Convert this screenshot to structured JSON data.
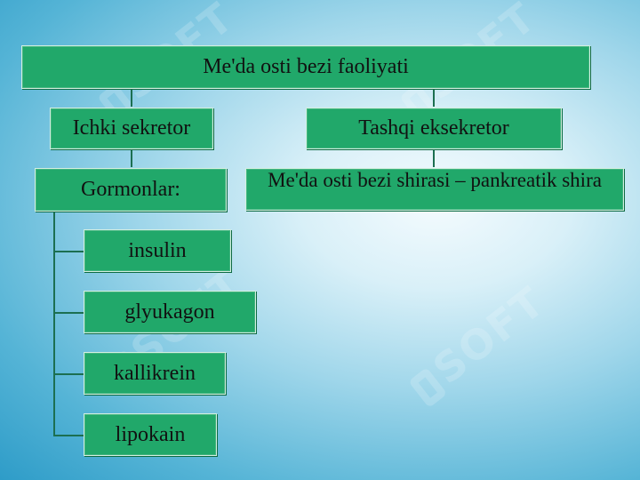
{
  "title": "Me'da osti bezi faoliyati",
  "branches": {
    "left": "Ichki sekretor",
    "right": "Tashqi eksekretor"
  },
  "left_sub": "Gormonlar:",
  "right_sub": "Me'da osti bezi  shirasi – pankreatik shira",
  "hormones": [
    "insulin",
    "glyukagon",
    "kallikrein",
    "lipokain"
  ],
  "watermark": "SOFT",
  "colors": {
    "box": "#21a86a",
    "connector": "#1c6f51"
  }
}
